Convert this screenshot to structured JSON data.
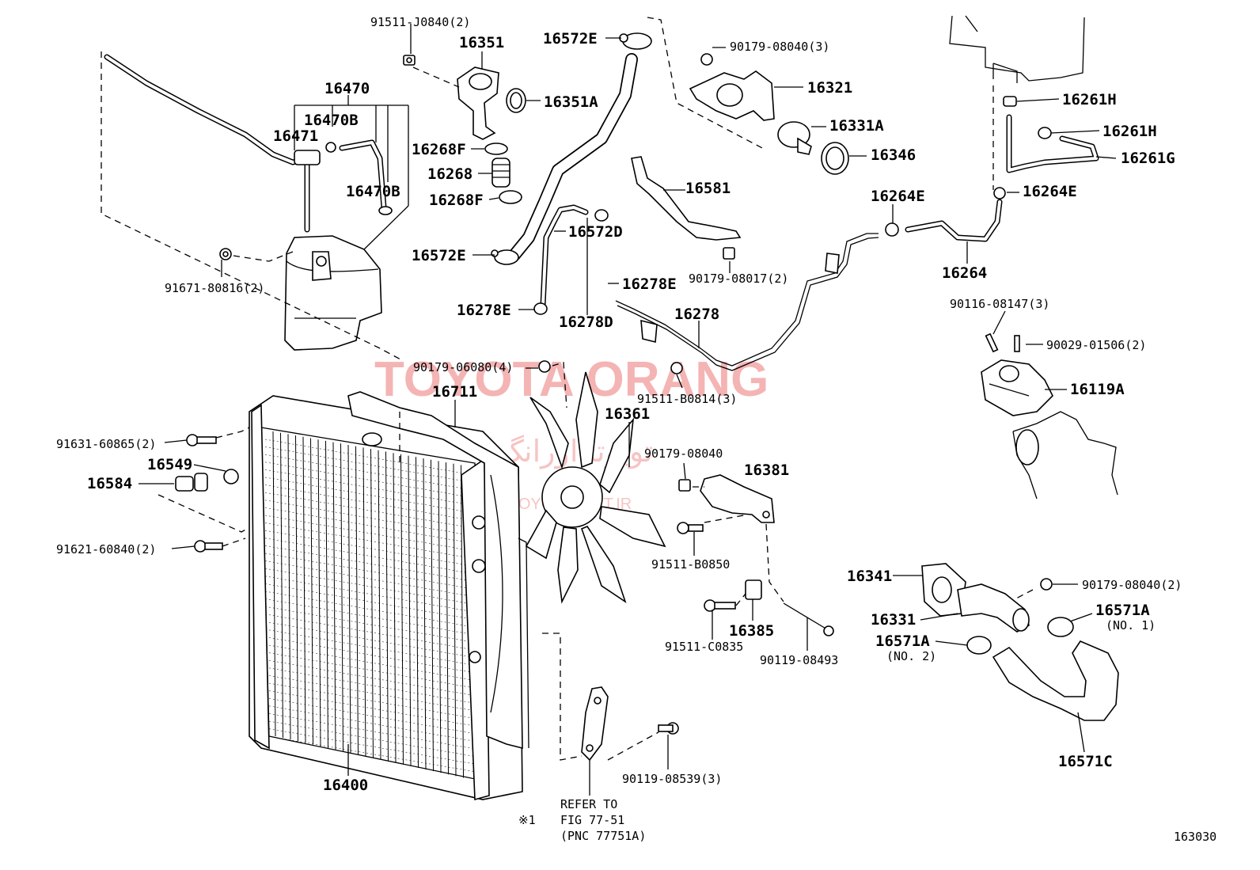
{
  "diagram_id": "163030",
  "watermark": {
    "title": "TOYOTA ORANG",
    "persian": "تویوتا اورانگ",
    "site": "TOYOTAPART.IR"
  },
  "labels": {
    "p91511_J0840": "91511-J0840(2)",
    "p16351": "16351",
    "p16572E_top": "16572E",
    "p90179_08040_3": "90179-08040(3)",
    "p16321": "16321",
    "p16470": "16470",
    "p16470B_a": "16470B",
    "p16471": "16471",
    "p16470B_b": "16470B",
    "p16351A": "16351A",
    "p16331A": "16331A",
    "p16346": "16346",
    "p16261H_a": "16261H",
    "p16261H_b": "16261H",
    "p16261G": "16261G",
    "p16264E_a": "16264E",
    "p16264E_b": "16264E",
    "p16268F_a": "16268F",
    "p16268": "16268",
    "p16268F_b": "16268F",
    "p16581": "16581",
    "p16572D": "16572D",
    "p16572E_bot": "16572E",
    "p90179_08017_2": "90179-08017(2)",
    "p16264": "16264",
    "p91671_80816_2": "91671-80816(2)",
    "p16278E_a": "16278E",
    "p16278E_b": "16278E",
    "p16278D": "16278D",
    "p16278": "16278",
    "p90116_08147_3": "90116-08147(3)",
    "p90029_01506_2": "90029-01506(2)",
    "p90179_06080_4": "90179-06080(4)",
    "p16711": "16711",
    "p91511_B0814_3": "91511-B0814(3)",
    "p16119A": "16119A",
    "p16361": "16361",
    "p91631_60865_2": "91631-60865(2)",
    "p16549": "16549",
    "p16584": "16584",
    "p90179_08040": "90179-08040",
    "p16381": "16381",
    "p91621_60840_2": "91621-60840(2)",
    "p91511_B0850": "91511-B0850",
    "p16341": "16341",
    "p90179_08040_2": "90179-08040(2)",
    "p16331": "16331",
    "p16571A_1": "16571A",
    "p16571A_1_note": "(NO. 1)",
    "p16571A_2": "16571A",
    "p16571A_2_note": "(NO. 2)",
    "p16385": "16385",
    "p91511_C0835": "91511-C0835",
    "p90119_08493": "90119-08493",
    "p90119_08539_3": "90119-08539(3)",
    "p16400": "16400",
    "p16571C": "16571C",
    "refer_1": "REFER TO",
    "refer_2": "FIG 77-51",
    "refer_3": "(PNC 77751A)",
    "note_mark": "※1"
  }
}
